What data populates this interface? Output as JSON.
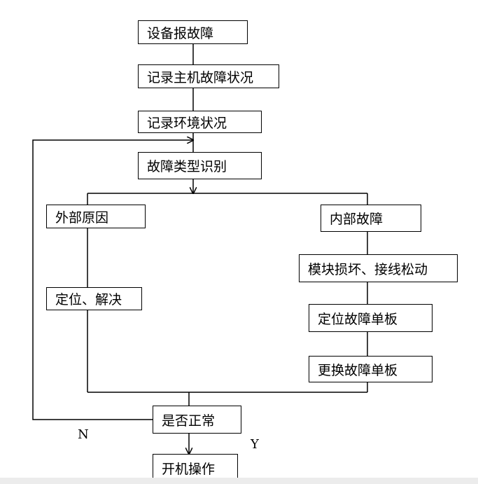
{
  "nodes": {
    "report_fault": "设备报故障",
    "record_host_fault": "记录主机故障状况",
    "record_env": "记录环境状况",
    "identify_type": "故障类型识别",
    "external_cause": "外部原因",
    "internal_fault": "内部故障",
    "locate_solve": "定位、解决",
    "module_damage": "模块损坏、接线松动",
    "locate_board": "定位故障单板",
    "replace_board": "更换故障单板",
    "is_normal": "是否正常",
    "power_on": "开机操作"
  },
  "edge_labels": {
    "no": "N",
    "yes": "Y"
  }
}
